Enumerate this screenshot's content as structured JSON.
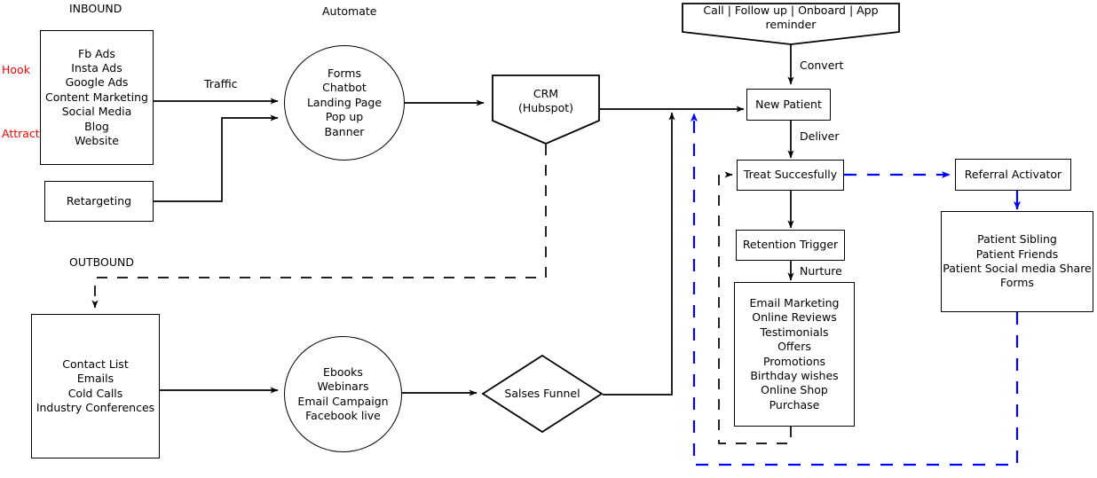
{
  "diagram": {
    "title_labels": {
      "inbound": "INBOUND",
      "outbound": "OUTBOUND",
      "automate": "Automate"
    },
    "stage_labels": {
      "hook": "Hook",
      "attract": "Attract"
    },
    "colors": {
      "stroke": "#000000",
      "accent_red": "#ff0000",
      "accent_blue": "#0000ff",
      "background": "#ffffff"
    },
    "nodes": {
      "inbound_sources": "Fb Ads\nInsta Ads\nGoogle Ads\nContent Marketing\nSocial Media\nBlog\nWebsite",
      "retargeting": "Retargeting",
      "automate_circle": "Forms\nChatbot\nLanding Page\nPop up\nBanner",
      "crm": "CRM\n(Hubspot)",
      "outbound_sources": "Contact List\nEmails\nCold Calls\nIndustry Conferences",
      "outbound_circle": "Ebooks\nWebinars\nEmail Campaign\nFacebook live",
      "sales_funnel": "Salses Funnel",
      "nurture_channels": "Call | Follow up | Onboard | App reminder",
      "new_patient": "New Patient",
      "treat_successfully": "Treat Succesfully",
      "retention_trigger": "Retention Trigger",
      "retention_actions": "Email Marketing\nOnline Reviews\nTestimonials\nOffers\nPromotions\nBirthday wishes\nOnline Shop Purchase",
      "referral_activator": "Referral Activator",
      "referral_targets": "Patient Sibling\nPatient Friends\nPatient Social media Share\nForms"
    },
    "edge_labels": {
      "traffic": "Traffic",
      "convert": "Convert",
      "deliver": "Deliver",
      "nurture": "Nurture"
    }
  }
}
